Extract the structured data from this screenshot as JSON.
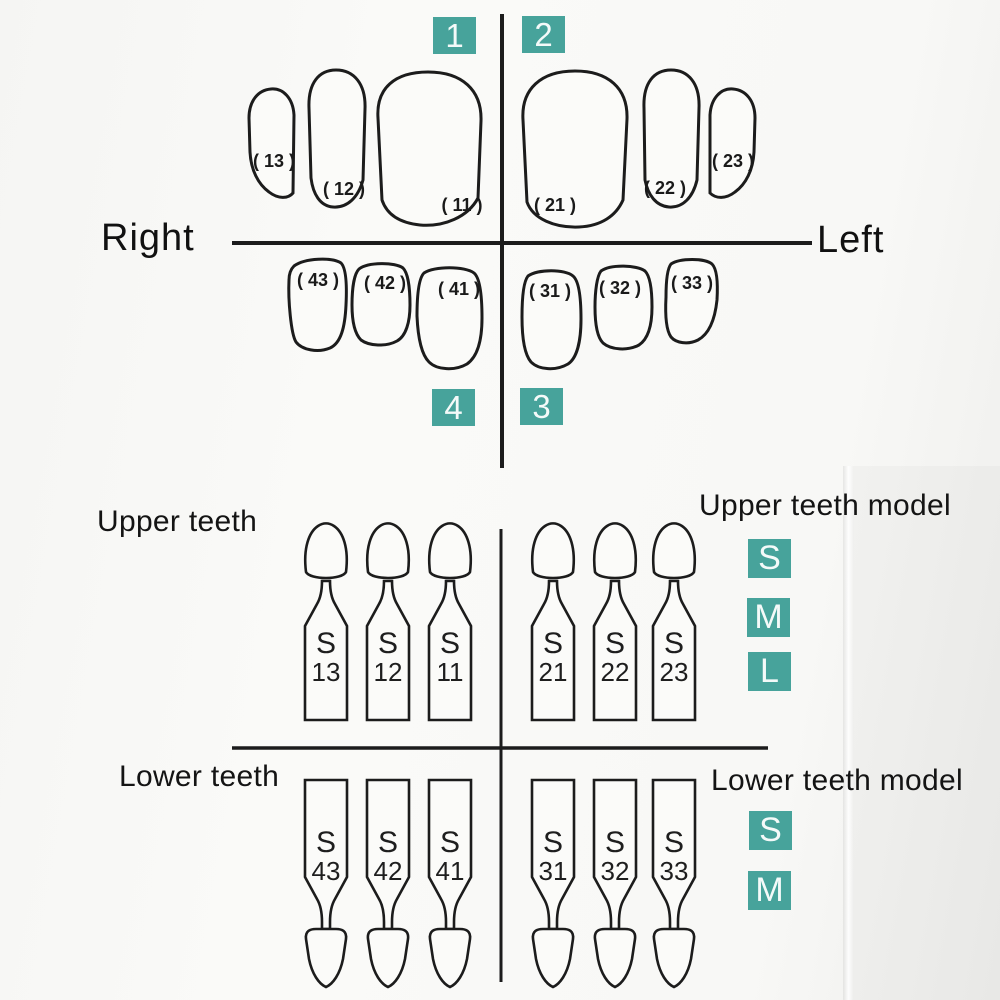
{
  "colors": {
    "badge_teal": "#47a39b",
    "ink": "#1b1b1b"
  },
  "top_chart": {
    "quadrants": [
      "1",
      "2",
      "3",
      "4"
    ],
    "side_left_label": "Right",
    "side_right_label": "Left",
    "tooth_labels": [
      "( 13 )",
      "( 12 )",
      "( 11 )",
      "( 21 )",
      "( 22 )",
      "( 23 )",
      "( 43 )",
      "( 42 )",
      "( 41 )",
      "( 31 )",
      "( 32 )",
      "( 33 )"
    ]
  },
  "model_section": {
    "upper_row_label": "Upper teeth",
    "upper_model_label": "Upper teeth model",
    "lower_row_label": "Lower teeth",
    "lower_model_label": "Lower teeth model",
    "upper_model_sizes": [
      "S",
      "M",
      "L"
    ],
    "lower_model_sizes": [
      "S",
      "M"
    ],
    "upper_applicators": [
      {
        "size": "S",
        "tooth": "13"
      },
      {
        "size": "S",
        "tooth": "12"
      },
      {
        "size": "S",
        "tooth": "11"
      },
      {
        "size": "S",
        "tooth": "21"
      },
      {
        "size": "S",
        "tooth": "22"
      },
      {
        "size": "S",
        "tooth": "23"
      }
    ],
    "lower_applicators": [
      {
        "size": "S",
        "tooth": "43"
      },
      {
        "size": "S",
        "tooth": "42"
      },
      {
        "size": "S",
        "tooth": "41"
      },
      {
        "size": "S",
        "tooth": "31"
      },
      {
        "size": "S",
        "tooth": "32"
      },
      {
        "size": "S",
        "tooth": "33"
      }
    ]
  }
}
